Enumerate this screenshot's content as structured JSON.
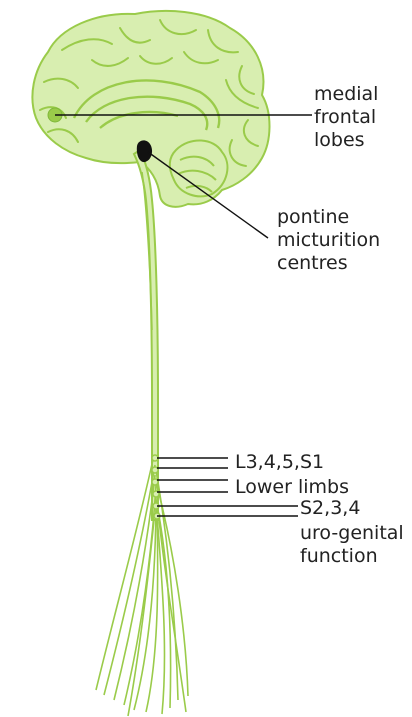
{
  "colors": {
    "fill": "#d8eeb0",
    "stroke": "#9acb4a",
    "dark": "#7fb83a",
    "pointer": "#111111",
    "text": "#222222"
  },
  "labels": {
    "frontal": [
      "medial",
      "frontal",
      "lobes"
    ],
    "pontine": [
      "pontine",
      "micturition",
      "centres"
    ],
    "l345": "L3,4,5,S1",
    "limbs": "Lower limbs",
    "s234": "S2,3,4",
    "uro": [
      "uro-genital",
      "function"
    ]
  }
}
